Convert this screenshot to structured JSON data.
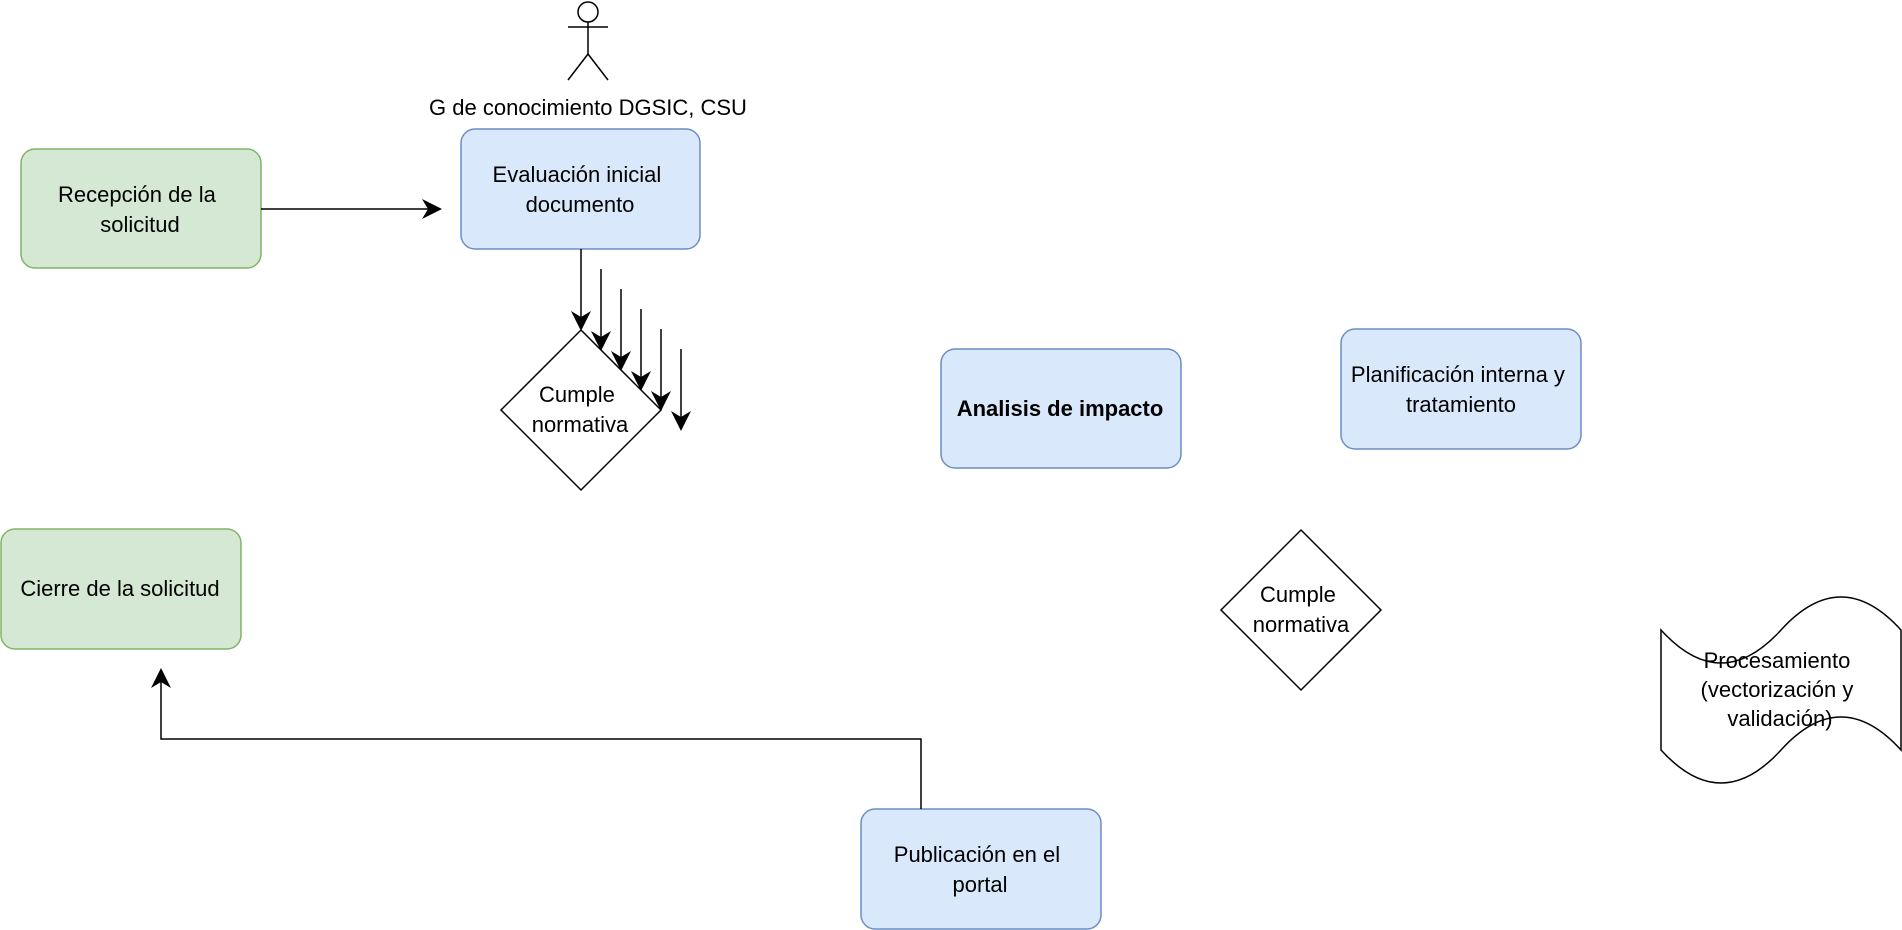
{
  "diagram": {
    "actor": {
      "label": "G de conocimiento DGSIC, CSU"
    },
    "nodes": {
      "recepcion": {
        "lines": [
          "Recepción de la",
          "solicitud"
        ]
      },
      "evaluacion": {
        "lines": [
          "Evaluación inicial",
          "documento"
        ]
      },
      "decision1": {
        "lines": [
          "Cumple",
          "normativa"
        ]
      },
      "analisis": {
        "lines": [
          "Analisis de impacto"
        ]
      },
      "planificacion": {
        "lines": [
          "Planificación interna y",
          "tratamiento"
        ]
      },
      "decision2": {
        "lines": [
          "Cumple",
          "normativa"
        ]
      },
      "procesamiento": {
        "lines": [
          "Procesamiento",
          "(vectorización y",
          "validación)"
        ]
      },
      "cierre": {
        "lines": [
          "Cierre de la solicitud"
        ]
      },
      "publicacion": {
        "lines": [
          "Publicación en el",
          "portal"
        ]
      }
    },
    "colors": {
      "green_fill": "#d5e8d4",
      "green_stroke": "#82b366",
      "blue_fill": "#dae8fc",
      "blue_stroke": "#6c8ebf",
      "line": "#000000"
    }
  }
}
